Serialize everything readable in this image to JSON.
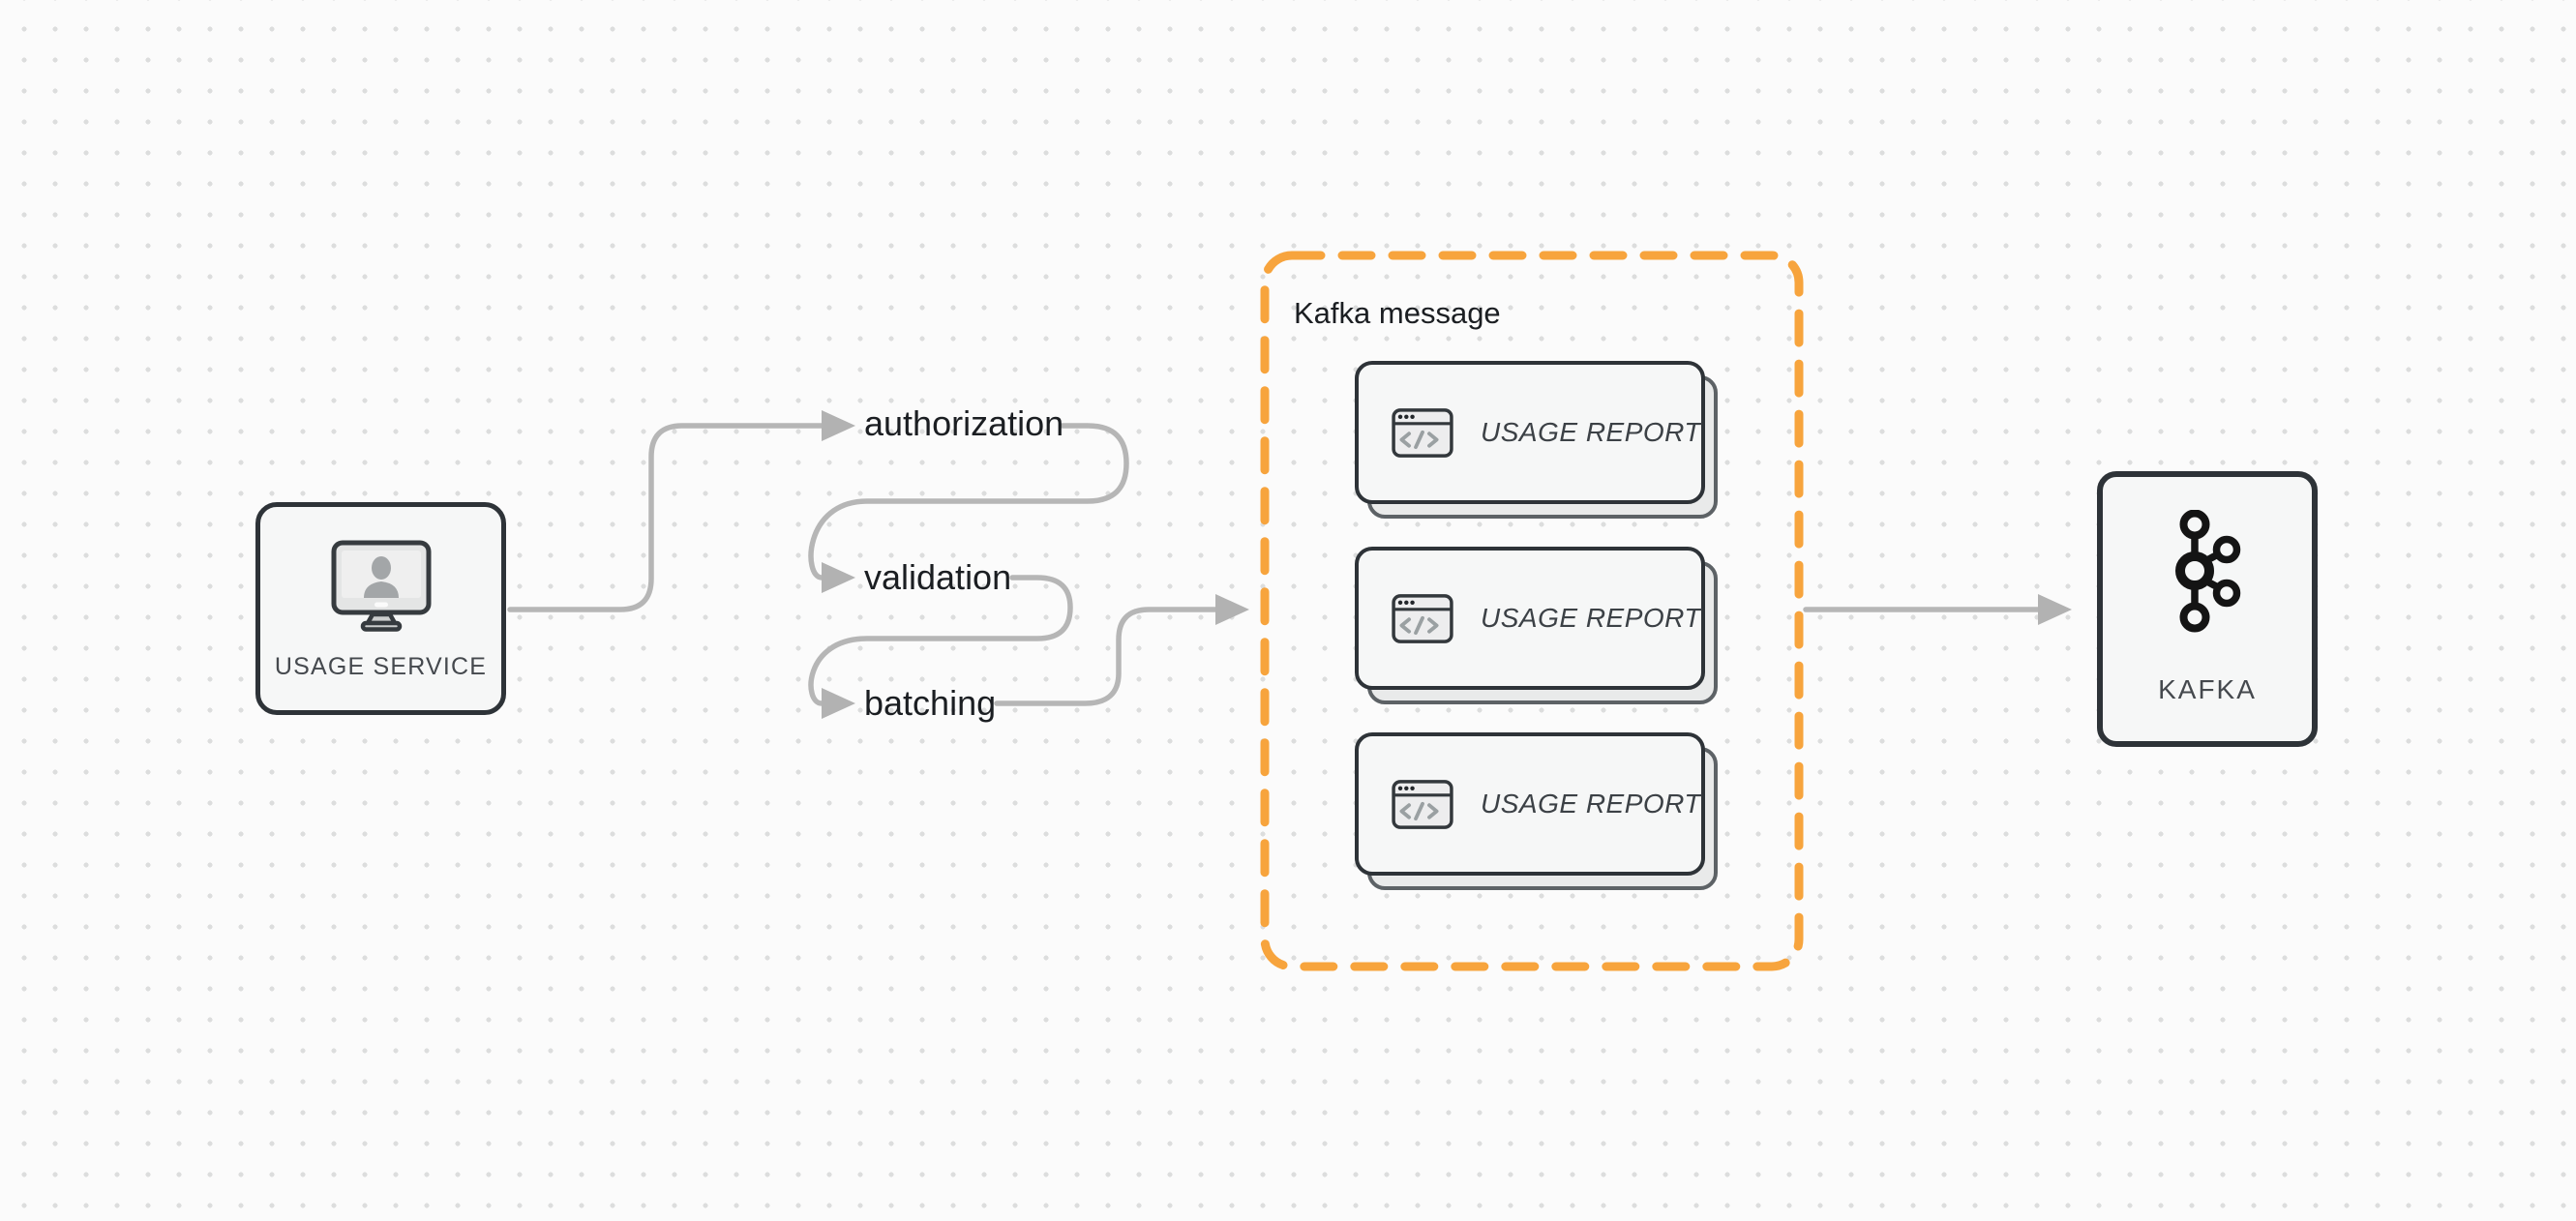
{
  "nodes": {
    "usage_service": {
      "label": "USAGE SERVICE",
      "icon": "user-monitor-icon"
    },
    "kafka": {
      "label": "KAFKA",
      "icon": "kafka-icon"
    }
  },
  "steps": [
    {
      "label": "authorization"
    },
    {
      "label": "validation"
    },
    {
      "label": "batching"
    }
  ],
  "kafka_group": {
    "title": "Kafka message",
    "cards": [
      {
        "label": "USAGE REPORT",
        "icon": "code-window-icon"
      },
      {
        "label": "USAGE REPORT",
        "icon": "code-window-icon"
      },
      {
        "label": "USAGE REPORT",
        "icon": "code-window-icon"
      }
    ]
  },
  "colors": {
    "background": "#FBFBFB",
    "dot_grid": "#DCDDDD",
    "node_border": "#2E3338",
    "node_fill": "#F6F7F7",
    "arrow_gray": "#B6B6B6",
    "accent_orange": "#F7A43D",
    "flow_label_text": "#1B1E22",
    "node_label_text": "#45494E",
    "card_shadow_border": "#5D6266",
    "card_shadow_fill": "#E9EAEA",
    "card_label_text": "#3C4146"
  }
}
